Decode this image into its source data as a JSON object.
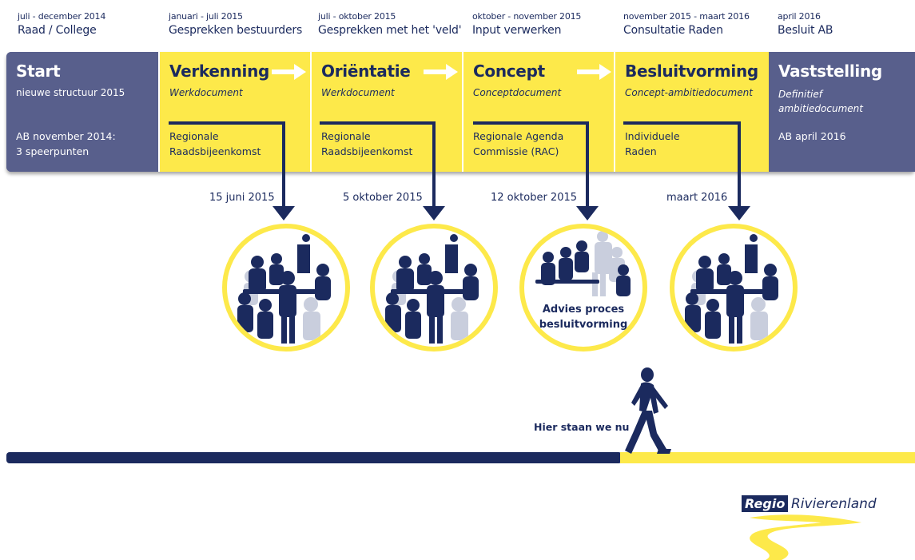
{
  "periods": [
    {
      "date": "juli - december 2014",
      "what": "Raad / College"
    },
    {
      "date": "januari - juli 2015",
      "what": "Gesprekken bestuurders"
    },
    {
      "date": "juli - oktober 2015",
      "what": "Gesprekken met het 'veld'"
    },
    {
      "date": "oktober - november 2015",
      "what": "Input verwerken"
    },
    {
      "date": "november 2015 - maart 2016",
      "what": "Consultatie Raden"
    },
    {
      "date": "april 2016",
      "what": "Besluit AB"
    }
  ],
  "phases": [
    {
      "title": "Start",
      "sub": "nieuwe structuur 2015",
      "sub2": [
        "AB november 2014:",
        "3 speerpunten"
      ]
    },
    {
      "title": "Verkenning",
      "sub": "Werkdocument",
      "sub2": [
        "Regionale",
        "Raadsbijeenkomst"
      ]
    },
    {
      "title": "Oriëntatie",
      "sub": "Werkdocument",
      "sub2": [
        "Regionale",
        "Raadsbijeenkomst"
      ]
    },
    {
      "title": "Concept",
      "sub": "Conceptdocument",
      "sub2": [
        "Regionale Agenda",
        "Commissie (RAC)"
      ]
    },
    {
      "title": "Besluitvorming",
      "sub": "Concept-ambitiedocument",
      "sub2": [
        "Individuele",
        "Raden"
      ]
    },
    {
      "title": "Vaststelling",
      "sub": [
        "Definitief",
        "ambitiedocument"
      ],
      "sub2": [
        "AB april 2016"
      ]
    }
  ],
  "meetings": [
    {
      "date": "15 juni 2015"
    },
    {
      "date": "5 oktober 2015"
    },
    {
      "date": "12 oktober 2015",
      "caption": [
        "Advies proces",
        "besluitvorming"
      ]
    },
    {
      "date": "maart 2016"
    }
  ],
  "timeline": {
    "here_label": "Hier staan we nu"
  },
  "logo": {
    "part1": "Regio",
    "part2": "Rivierenland"
  },
  "colors": {
    "navy": "#1b2a5e",
    "slate": "#585f8c",
    "yellow": "#fde94a"
  },
  "icons": [
    "arrow-right-icon",
    "meeting-people-icon",
    "walking-person-icon",
    "river-logo-icon"
  ]
}
